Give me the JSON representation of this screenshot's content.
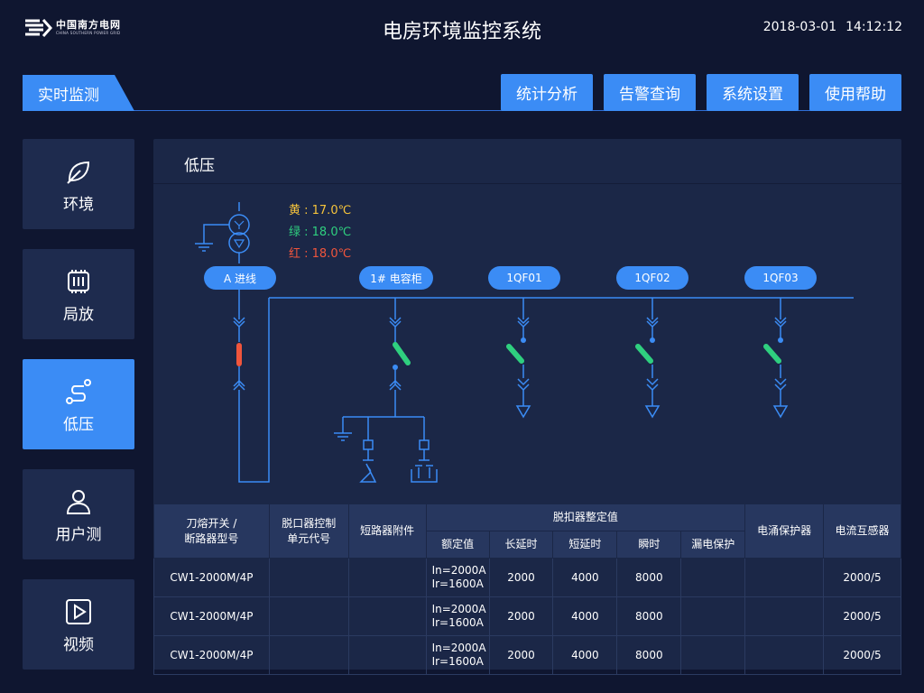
{
  "header": {
    "logo_cn": "中国南方电网",
    "logo_en": "CHINA SOUTHERN POWER GRID",
    "title": "电房环境监控系统",
    "date": "2018-03-01",
    "time": "14:12:12"
  },
  "nav": {
    "main_tab": "实时监测",
    "buttons": [
      "统计分析",
      "告警查询",
      "系统设置",
      "使用帮助"
    ]
  },
  "sidebar": {
    "items": [
      {
        "label": "环境",
        "icon": "leaf-icon",
        "active": false
      },
      {
        "label": "局放",
        "icon": "chip-icon",
        "active": false
      },
      {
        "label": "低压",
        "icon": "route-icon",
        "active": true
      },
      {
        "label": "用户测",
        "icon": "user-icon",
        "active": false
      },
      {
        "label": "视频",
        "icon": "play-icon",
        "active": false
      }
    ]
  },
  "panel": {
    "title": "低压",
    "temperatures": [
      {
        "text": "黄 : 17.0℃",
        "color": "#f5c33b"
      },
      {
        "text": "绿 : 18.0℃",
        "color": "#2fcf7f"
      },
      {
        "text": "红 : 18.0℃",
        "color": "#f0553c"
      }
    ],
    "bus_labels": [
      "A 进线",
      "1# 电容柜",
      "1QF01",
      "1QF02",
      "1QF03"
    ]
  },
  "table": {
    "headers": {
      "switch_model": [
        "刀熔开关 /",
        "断路器型号"
      ],
      "release_unit": [
        "脱口器控制",
        "单元代号"
      ],
      "accessory": "短路器附件",
      "release_settings": "脱扣器整定值",
      "rated": "额定值",
      "long_delay": "长延时",
      "short_delay": "短延时",
      "instant": "瞬时",
      "leakage": "漏电保护",
      "surge": "电涌保护器",
      "ct": "电流互感器"
    },
    "rows": [
      {
        "model": "CW1-2000M/4P",
        "unit": "",
        "accessory": "",
        "rated_in": "In=2000A",
        "rated_ir": "Ir=1600A",
        "long": "2000",
        "short": "4000",
        "instant": "8000",
        "leak": "",
        "surge": "",
        "ct": "2000/5"
      },
      {
        "model": "CW1-2000M/4P",
        "unit": "",
        "accessory": "",
        "rated_in": "In=2000A",
        "rated_ir": "Ir=1600A",
        "long": "2000",
        "short": "4000",
        "instant": "8000",
        "leak": "",
        "surge": "",
        "ct": "2000/5"
      },
      {
        "model": "CW1-2000M/4P",
        "unit": "",
        "accessory": "",
        "rated_in": "In=2000A",
        "rated_ir": "Ir=1600A",
        "long": "2000",
        "short": "4000",
        "instant": "8000",
        "leak": "",
        "surge": "",
        "ct": "2000/5"
      }
    ]
  },
  "colors": {
    "accent": "#3b8cf5",
    "line": "#3b8cf5",
    "breaker_closed": "#2fcf7f",
    "fuse": "#f0553c"
  }
}
